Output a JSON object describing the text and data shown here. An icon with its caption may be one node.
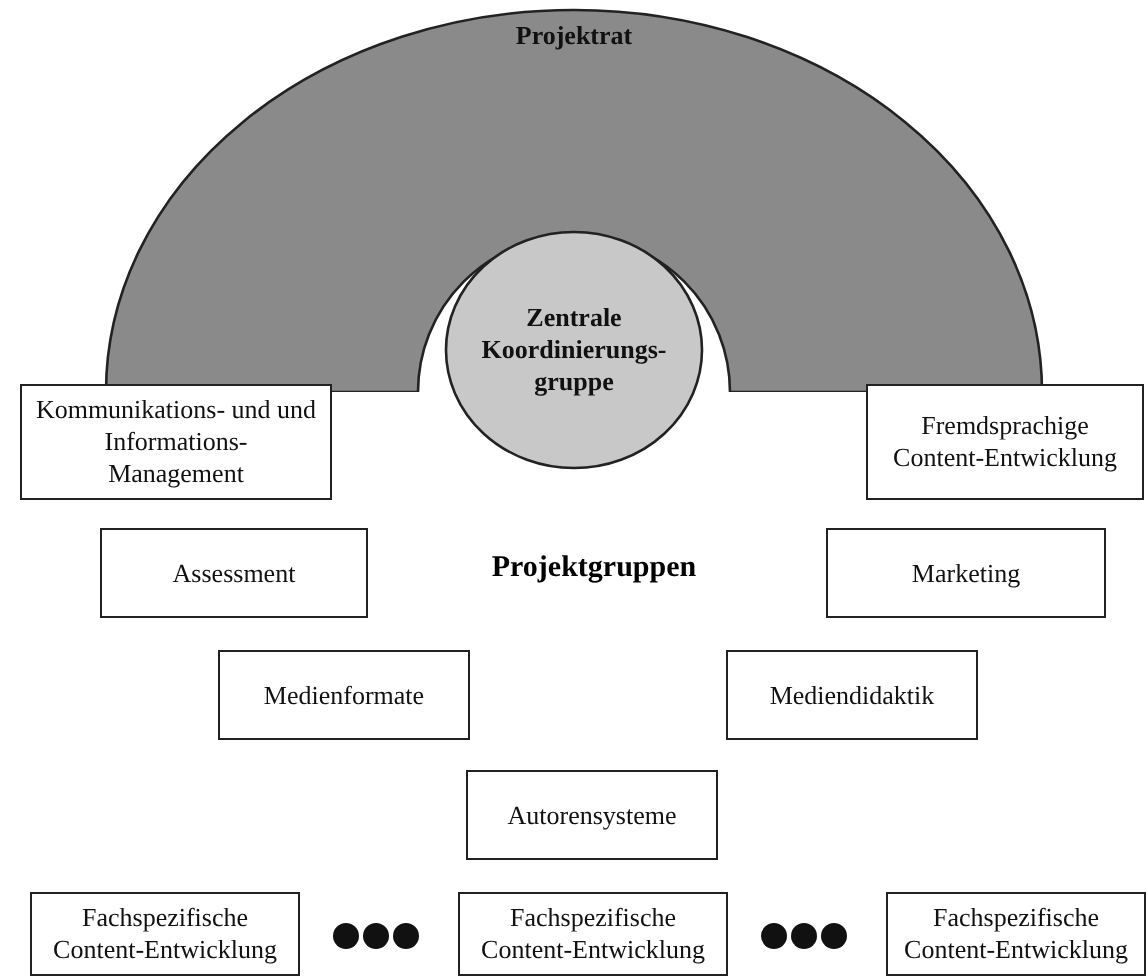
{
  "diagram": {
    "nodes": [
      {
        "text": [
          "Projektrat"
        ]
      },
      {
        "text": [
          "Zentrale Koordinierungs-gruppe"
        ]
      },
      {
        "text": [
          "Kommunikations- und und Informations- Management"
        ]
      },
      {
        "text": [
          "Fremdsprachige Content-Entwicklung"
        ]
      },
      {
        "text": [
          "Assessment"
        ]
      },
      {
        "text": [
          "Marketing"
        ]
      },
      {
        "text": [
          "Medienformate"
        ]
      },
      {
        "text": [
          "Mediendidaktik"
        ]
      },
      {
        "text": [
          "Autorensysteme"
        ]
      },
      {
        "text": [
          "Fachspezifische Content-Entwicklung"
        ]
      },
      {
        "text": [
          "Fachspezifische Content-Entwicklung"
        ]
      },
      {
        "text": [
          "Fachspezifische Content-Entwicklung"
        ]
      }
    ],
    "labels": [
      "Projektgruppen"
    ]
  }
}
